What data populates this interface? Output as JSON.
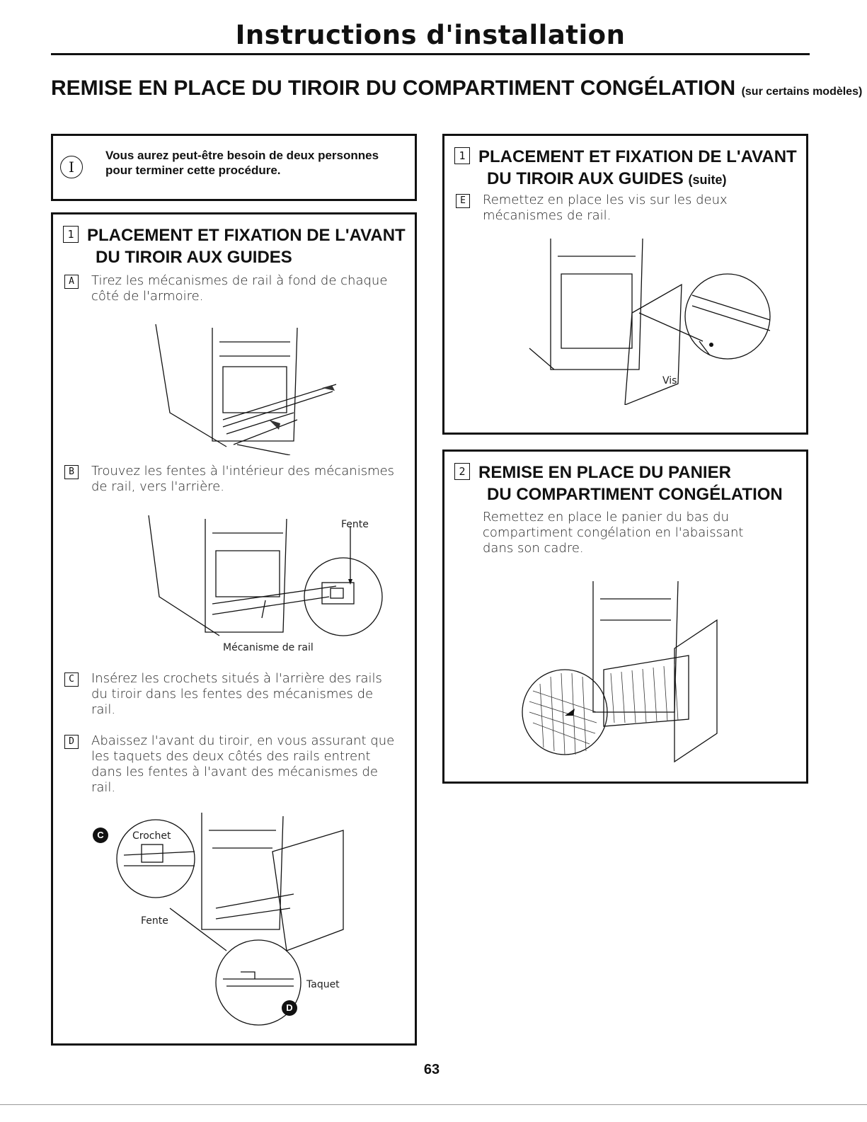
{
  "page": {
    "title": "Instructions d'installation",
    "section_heading": "REMISE EN PLACE DU TIROIR DU COMPARTIMENT CONGÉLATION",
    "section_note": "(sur certains modèles)",
    "page_number": "63"
  },
  "note": {
    "icon": "info-icon",
    "icon_glyph": "I",
    "text": "Vous aurez peut-être besoin de deux personnes pour terminer cette procédure."
  },
  "step1": {
    "number": "1",
    "heading_line1": "PLACEMENT ET FIXATION DE L'AVANT",
    "heading_line2": "DU TIROIR AUX GUIDES",
    "items": [
      {
        "letter": "A",
        "text": "Tirez les mécanismes de rail à fond de chaque côté de l'armoire."
      },
      {
        "letter": "B",
        "text": "Trouvez les fentes à l'intérieur des mécanismes de rail, vers l'arrière."
      },
      {
        "letter": "C",
        "text": "Insérez les crochets situés à l'arrière des rails du tiroir dans les fentes des mécanismes de rail."
      },
      {
        "letter": "D",
        "text": "Abaissez l'avant du tiroir, en vous assurant que les taquets des deux côtés des rails entrent dans les fentes à l'avant des mécanismes de rail."
      }
    ],
    "figure_b_labels": {
      "fente": "Fente",
      "mecanisme": "Mécanisme de rail"
    },
    "figure_cd_labels": {
      "crochet": "Crochet",
      "fente": "Fente",
      "taquet": "Taquet",
      "callout_c": "C",
      "callout_d": "D"
    }
  },
  "step1_suite": {
    "number": "1",
    "heading_line1": "PLACEMENT ET FIXATION DE L'AVANT",
    "heading_line2": "DU TIROIR AUX GUIDES",
    "suite": "(suite)",
    "item": {
      "letter": "E",
      "text": "Remettez en place les vis sur les deux mécanismes de rail."
    },
    "figure_label_vis": "Vis"
  },
  "step2": {
    "number": "2",
    "heading_line1": "REMISE EN PLACE DU PANIER",
    "heading_line2": "DU COMPARTIMENT CONGÉLATION",
    "text": "Remettez en place le panier du bas du compartiment congélation en l'abaissant dans son cadre."
  }
}
